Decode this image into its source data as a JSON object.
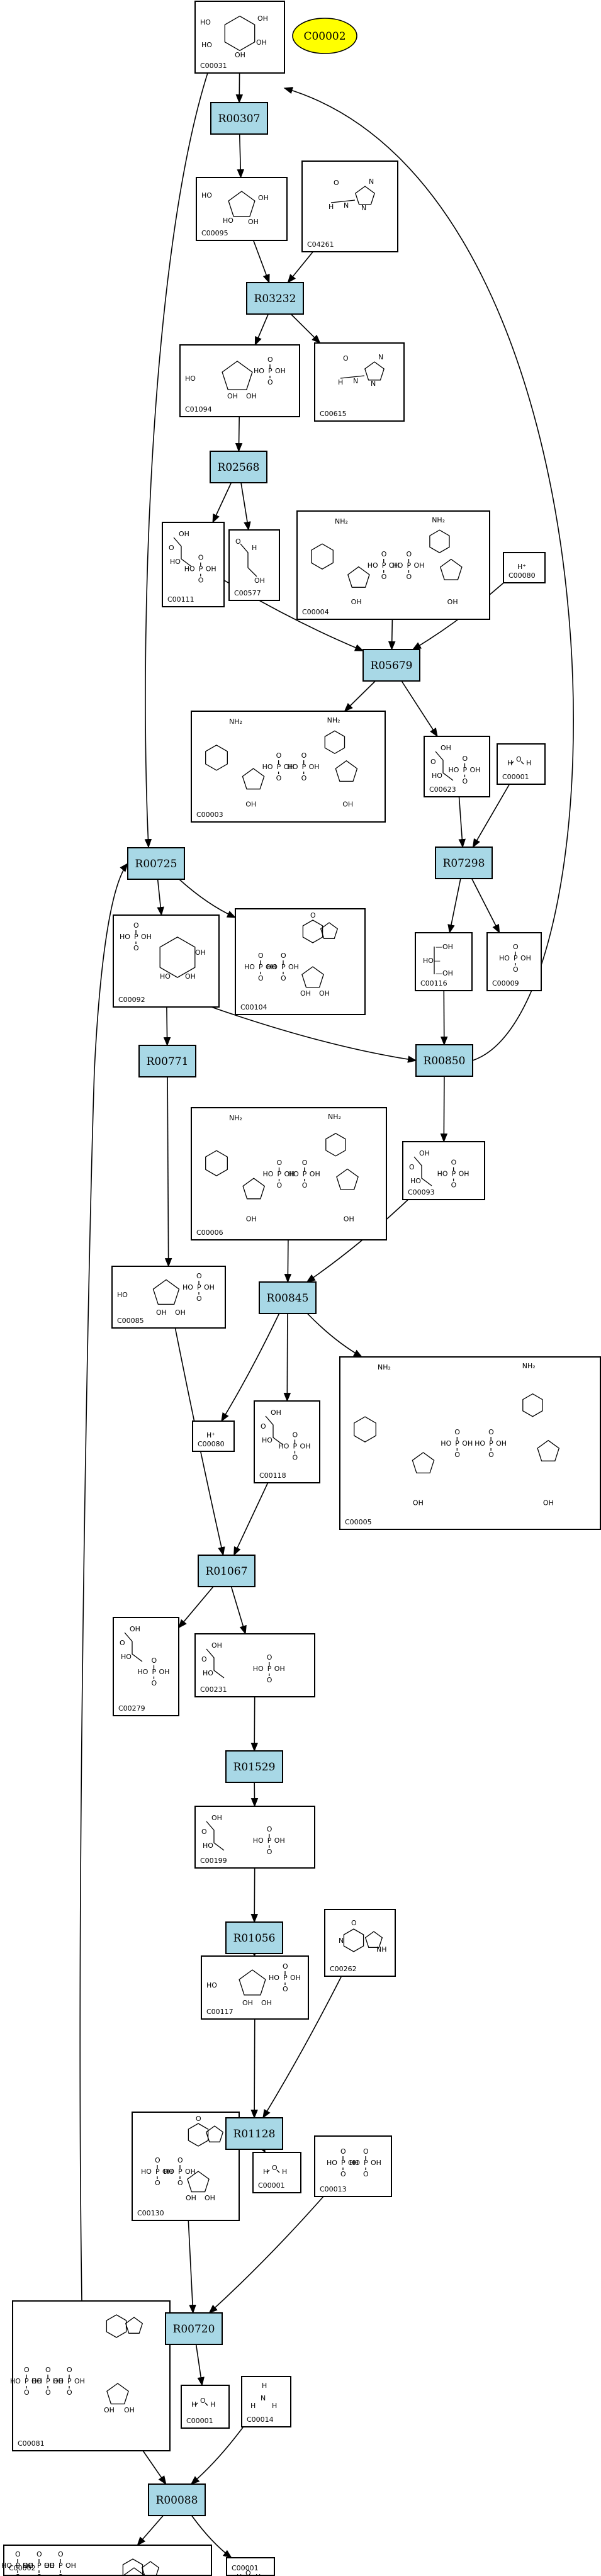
{
  "target": {
    "label": "C00002",
    "color": "#ffff00"
  },
  "colors": {
    "reaction_fill": "#a8d8e6",
    "compound_fill": "#ffffff",
    "edge": "#000000"
  },
  "reactions": [
    {
      "id": "R00307",
      "label": "R00307"
    },
    {
      "id": "R03232",
      "label": "R03232"
    },
    {
      "id": "R02568",
      "label": "R02568"
    },
    {
      "id": "R05679",
      "label": "R05679"
    },
    {
      "id": "R07298",
      "label": "R07298"
    },
    {
      "id": "R00725",
      "label": "R00725"
    },
    {
      "id": "R00771",
      "label": "R00771"
    },
    {
      "id": "R00850",
      "label": "R00850"
    },
    {
      "id": "R00845",
      "label": "R00845"
    },
    {
      "id": "R01067",
      "label": "R01067"
    },
    {
      "id": "R01529",
      "label": "R01529"
    },
    {
      "id": "R01056",
      "label": "R01056"
    },
    {
      "id": "R01128",
      "label": "R01128"
    },
    {
      "id": "R00720",
      "label": "R00720"
    },
    {
      "id": "R00088",
      "label": "R00088"
    }
  ],
  "compounds": [
    {
      "id": "C00031",
      "label": "C00031",
      "structure": "pyranose"
    },
    {
      "id": "C00095",
      "label": "C00095",
      "structure": "furanose"
    },
    {
      "id": "C04261",
      "label": "C04261",
      "structure": "imidazole"
    },
    {
      "id": "C01094",
      "label": "C01094",
      "structure": "furanose-p"
    },
    {
      "id": "C00615",
      "label": "C00615",
      "structure": "imidazole"
    },
    {
      "id": "C00111",
      "label": "C00111",
      "structure": "chain-p"
    },
    {
      "id": "C00577",
      "label": "C00577",
      "structure": "chain"
    },
    {
      "id": "C00004",
      "label": "C00004",
      "structure": "nad"
    },
    {
      "id": "C00080a",
      "label": "C00080",
      "structure": "proton"
    },
    {
      "id": "C00003",
      "label": "C00003",
      "structure": "nad"
    },
    {
      "id": "C00623",
      "label": "C00623",
      "structure": "chain-p"
    },
    {
      "id": "C00001a",
      "label": "C00001",
      "structure": "water"
    },
    {
      "id": "C00092",
      "label": "C00092",
      "structure": "pyranose-p"
    },
    {
      "id": "C00104",
      "label": "C00104",
      "structure": "nucleotide"
    },
    {
      "id": "C00116",
      "label": "C00116",
      "structure": "glycerol"
    },
    {
      "id": "C00009",
      "label": "C00009",
      "structure": "phosphate"
    },
    {
      "id": "C00006",
      "label": "C00006",
      "structure": "nad"
    },
    {
      "id": "C00093",
      "label": "C00093",
      "structure": "chain-p"
    },
    {
      "id": "C00085",
      "label": "C00085",
      "structure": "furanose-p"
    },
    {
      "id": "C00080b",
      "label": "C00080",
      "structure": "proton"
    },
    {
      "id": "C00118",
      "label": "C00118",
      "structure": "chain-p"
    },
    {
      "id": "C00005",
      "label": "C00005",
      "structure": "nad"
    },
    {
      "id": "C00279",
      "label": "C00279",
      "structure": "chain-p"
    },
    {
      "id": "C00231",
      "label": "C00231",
      "structure": "chain-p"
    },
    {
      "id": "C00199",
      "label": "C00199",
      "structure": "chain-p"
    },
    {
      "id": "C00117",
      "label": "C00117",
      "structure": "furanose-p"
    },
    {
      "id": "C00262",
      "label": "C00262",
      "structure": "purine"
    },
    {
      "id": "C00130",
      "label": "C00130",
      "structure": "nucleotide"
    },
    {
      "id": "C00001b",
      "label": "C00001",
      "structure": "water"
    },
    {
      "id": "C00013",
      "label": "C00013",
      "structure": "pyrophosphate"
    },
    {
      "id": "C00081",
      "label": "C00081",
      "structure": "nucleotide-ppp"
    },
    {
      "id": "C00001c",
      "label": "C00001",
      "structure": "water"
    },
    {
      "id": "C00014",
      "label": "C00014",
      "structure": "ammonia"
    },
    {
      "id": "C00002",
      "label": "C00002",
      "structure": "nucleotide-ppp"
    },
    {
      "id": "C00001d",
      "label": "C00001",
      "structure": "water"
    }
  ],
  "edges": [
    [
      "C00031",
      "R00307"
    ],
    [
      "R00307",
      "C00095"
    ],
    [
      "C00095",
      "R03232"
    ],
    [
      "C04261",
      "R03232"
    ],
    [
      "R03232",
      "C01094"
    ],
    [
      "R03232",
      "C00615"
    ],
    [
      "C01094",
      "R02568"
    ],
    [
      "R02568",
      "C00111"
    ],
    [
      "R02568",
      "C00577"
    ],
    [
      "C00111",
      "R05679"
    ],
    [
      "C00004",
      "R05679"
    ],
    [
      "C00080a",
      "R05679"
    ],
    [
      "R05679",
      "C00003"
    ],
    [
      "R05679",
      "C00623"
    ],
    [
      "C00623",
      "R07298"
    ],
    [
      "C00001a",
      "R07298"
    ],
    [
      "R07298",
      "C00116"
    ],
    [
      "R07298",
      "C00009"
    ],
    [
      "C00031",
      "R00725"
    ],
    [
      "R00725",
      "C00092"
    ],
    [
      "R00725",
      "C00104"
    ],
    [
      "C00092",
      "R00771"
    ],
    [
      "C00092",
      "R00850"
    ],
    [
      "C00116",
      "R00850"
    ],
    [
      "R00850",
      "C00031"
    ],
    [
      "R00850",
      "C00093"
    ],
    [
      "R00771",
      "C00085"
    ],
    [
      "C00006",
      "R00845"
    ],
    [
      "C00093",
      "R00845"
    ],
    [
      "R00845",
      "C00080b"
    ],
    [
      "R00845",
      "C00118"
    ],
    [
      "R00845",
      "C00005"
    ],
    [
      "C00085",
      "R01067"
    ],
    [
      "C00118",
      "R01067"
    ],
    [
      "R01067",
      "C00279"
    ],
    [
      "R01067",
      "C00231"
    ],
    [
      "C00231",
      "R01529"
    ],
    [
      "R01529",
      "C00199"
    ],
    [
      "C00199",
      "R01056"
    ],
    [
      "R01056",
      "C00117"
    ],
    [
      "C00117",
      "R01128"
    ],
    [
      "C00262",
      "R01128"
    ],
    [
      "R01128",
      "C00130"
    ],
    [
      "R01128",
      "C00001b"
    ],
    [
      "C00130",
      "R00720"
    ],
    [
      "C00013",
      "R00720"
    ],
    [
      "R00720",
      "C00081"
    ],
    [
      "R00720",
      "C00001c"
    ],
    [
      "C00081",
      "R00725"
    ],
    [
      "C00081",
      "R00088"
    ],
    [
      "C00014",
      "R00088"
    ],
    [
      "R00088",
      "C00002"
    ],
    [
      "R00088",
      "C00001d"
    ]
  ]
}
